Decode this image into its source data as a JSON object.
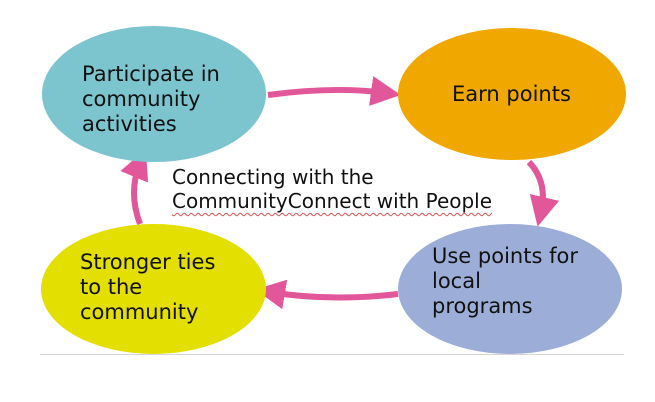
{
  "diagram": {
    "nodes": [
      {
        "id": "participate",
        "label": "Participate in\ncommunity\nactivities",
        "color": "#7cc4ce"
      },
      {
        "id": "earn",
        "label": "Earn points",
        "color": "#f0a700"
      },
      {
        "id": "use",
        "label": "Use points for\nlocal\nprograms",
        "color": "#9caed8"
      },
      {
        "id": "ties",
        "label": "Stronger ties\nto the\ncommunity",
        "color": "#e3df00"
      }
    ],
    "center_text": {
      "line1": "Connecting with the",
      "line2": "CommunityConnect with People"
    },
    "arrow_color": "#e2569a",
    "edges": [
      {
        "from": "participate",
        "to": "earn"
      },
      {
        "from": "earn",
        "to": "use"
      },
      {
        "from": "use",
        "to": "ties"
      },
      {
        "from": "ties",
        "to": "participate"
      }
    ]
  }
}
